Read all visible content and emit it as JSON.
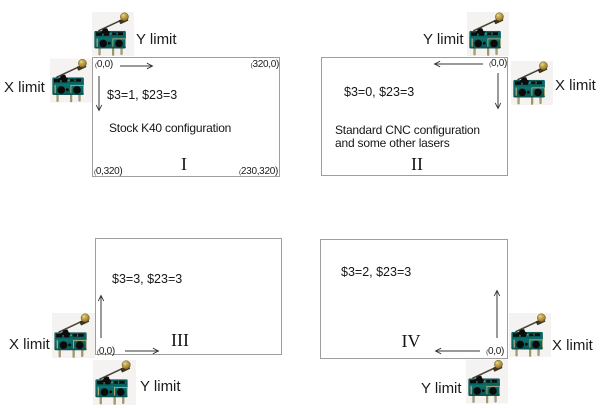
{
  "colors": {
    "background": "#ffffff",
    "box_border": "#9e9e9e",
    "arrow": "#343434",
    "text": "#1a1a1a",
    "switch_body_teal": "#0f7f7a",
    "switch_roller_brass": "#bd9c3f"
  },
  "quadrants": [
    {
      "numeral": "I",
      "settings": "$3=1, $23=3",
      "description_lines": [
        "Stock K40 configuration"
      ],
      "corner_labels": {
        "top_left": "(0,0)",
        "top_right": "(320,0)",
        "bottom_left": "(0,320)",
        "bottom_right": "(230,320)"
      },
      "x_limit_label": "X limit",
      "y_limit_label": "Y limit"
    },
    {
      "numeral": "II",
      "settings": "$3=0, $23=3",
      "description_lines": [
        "Standard CNC configuration",
        "and some other lasers"
      ],
      "corner_labels": {
        "top_right": "(0,0)"
      },
      "x_limit_label": "X limit",
      "y_limit_label": "Y limit"
    },
    {
      "numeral": "III",
      "settings": "$3=3, $23=3",
      "description_lines": [],
      "corner_labels": {
        "bottom_left": "(0,0)"
      },
      "x_limit_label": "X limit",
      "y_limit_label": "Y limit"
    },
    {
      "numeral": "IV",
      "settings": "$3=2, $23=3",
      "description_lines": [],
      "corner_labels": {
        "bottom_right": "(0,0)"
      },
      "x_limit_label": "X limit",
      "y_limit_label": "Y limit"
    }
  ]
}
